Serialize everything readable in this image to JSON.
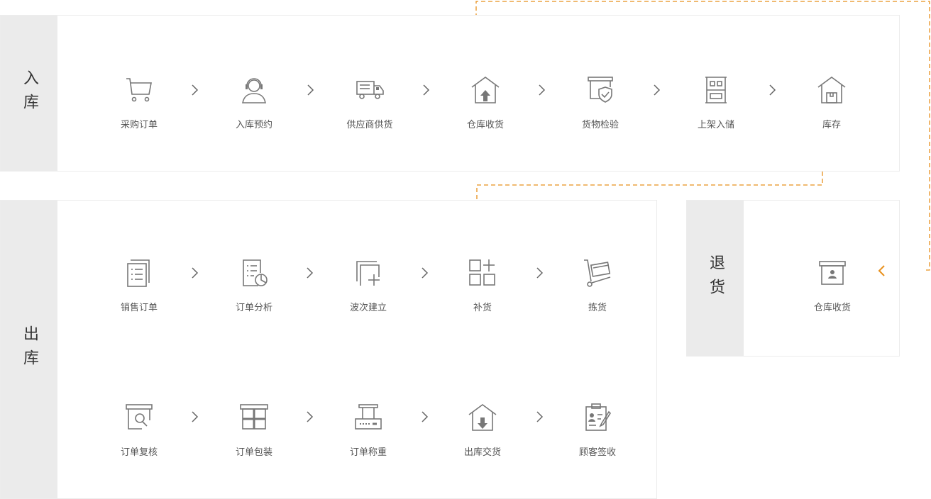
{
  "inbound": {
    "title": "入库",
    "steps": [
      "采购订单",
      "入库预约",
      "供应商供货",
      "仓库收货",
      "货物检验",
      "上架入储",
      "库存"
    ]
  },
  "outbound": {
    "title": "出库",
    "row1": [
      "销售订单",
      "订单分析",
      "波次建立",
      "补货",
      "拣货"
    ],
    "row2": [
      "订单复核",
      "订单包装",
      "订单称重",
      "出库交货",
      "顾客签收"
    ]
  },
  "returns": {
    "title": "退货",
    "steps": [
      "仓库收货"
    ]
  },
  "colors": {
    "accent": "#e8901c",
    "panel_side": "#ebebeb",
    "icon": "#777777",
    "text": "#555555"
  },
  "icons": {
    "inbound": [
      "cart-icon",
      "headset-icon",
      "truck-icon",
      "warehouse-up-icon",
      "shield-check-icon",
      "shelf-icon",
      "warehouse-box-icon"
    ],
    "outbound_row1": [
      "document-list-icon",
      "chart-doc-icon",
      "add-layer-icon",
      "grid-plus-icon",
      "hand-cart-icon"
    ],
    "outbound_row2": [
      "search-box-icon",
      "package-icon",
      "scale-icon",
      "warehouse-down-icon",
      "clipboard-sign-icon"
    ],
    "returns": [
      "archive-box-icon"
    ]
  }
}
